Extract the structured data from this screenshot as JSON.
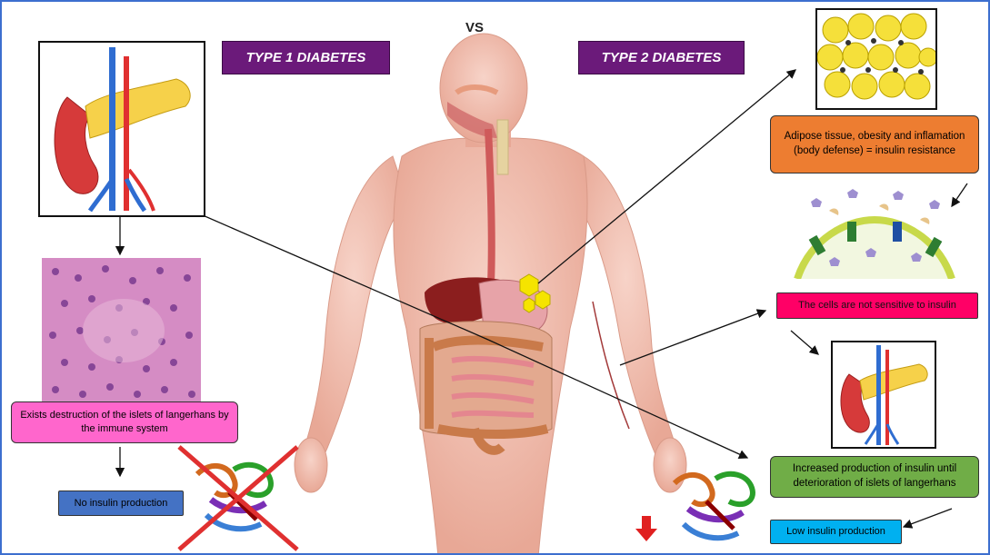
{
  "vs_label": "VS",
  "type1": {
    "title": "TYPE 1 DIABETES"
  },
  "type2": {
    "title": "TYPE 2 DIABETES"
  },
  "boxes": {
    "islets_destruction": "Exists destruction of the islets of langerhans by the immune system",
    "no_insulin": "No insulin production",
    "adipose": "Adipose tissue, obesity and inflamation (body defense) = insulin resistance",
    "not_sensitive": "The cells are not sensitive to insulin",
    "increased_production": "Increased production  of insulin until deterioration of islets of langerhans",
    "low_insulin": "Low insulin production"
  },
  "colors": {
    "frame": "#3d6fcf",
    "title_bg": "#6b1a7a",
    "islets_box": "#ff66cc",
    "no_insulin_box": "#4472c4",
    "adipose_box": "#ed7d31",
    "not_sensitive_box": "#ff0066",
    "increased_box": "#70ad47",
    "low_insulin_box": "#00b0f0",
    "cross": "#e03030",
    "down_arrow": "#e02020"
  },
  "icons": [
    "pancreas-illustration",
    "histology-image",
    "insulin-protein-icon",
    "adipose-cells-illustration",
    "cell-membrane-receptor-illustration",
    "human-body-illustration",
    "down-arrow-icon",
    "cross-mark-icon"
  ]
}
